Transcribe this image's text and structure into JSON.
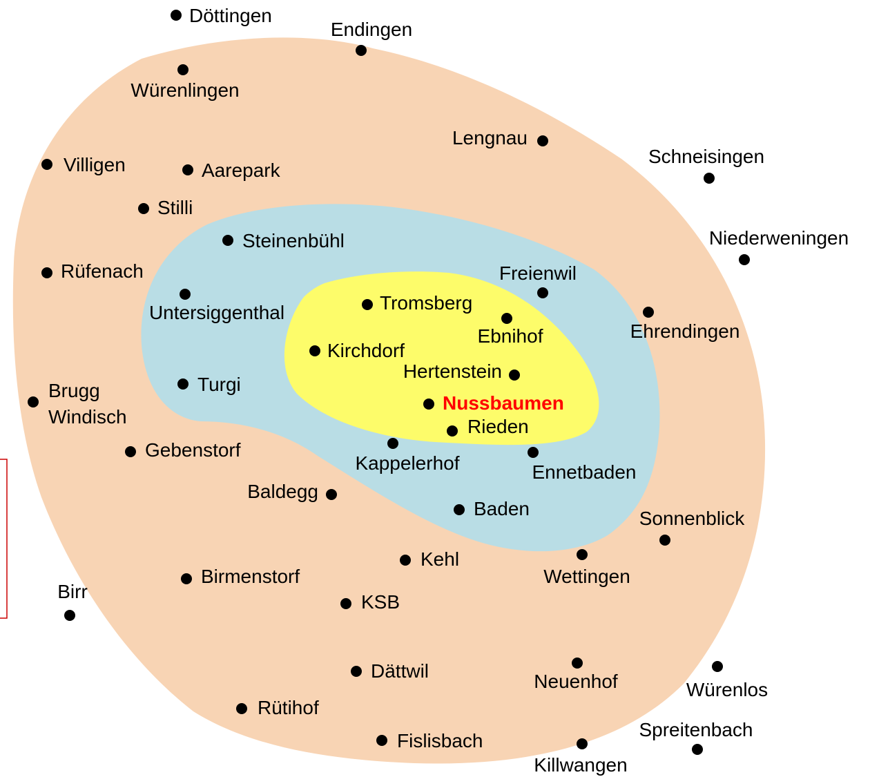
{
  "colors": {
    "outer_zone": "#f8d4b4",
    "middle_zone": "#b9dde5",
    "inner_zone": "#fdfc6a",
    "center_label": "#ff0000",
    "marker": "#000000",
    "frame": "#cc0000"
  },
  "center": {
    "name": "Nussbaumen"
  },
  "places": [
    {
      "id": "doettingen",
      "name": "Döttingen"
    },
    {
      "id": "endingen",
      "name": "Endingen"
    },
    {
      "id": "wuerenlingen",
      "name": "Würenlingen"
    },
    {
      "id": "lengnau",
      "name": "Lengnau"
    },
    {
      "id": "schneisingen",
      "name": "Schneisingen"
    },
    {
      "id": "villigen",
      "name": "Villigen"
    },
    {
      "id": "aarepark",
      "name": "Aarepark"
    },
    {
      "id": "stilli",
      "name": "Stilli"
    },
    {
      "id": "steinenbuehl",
      "name": "Steinenbühl"
    },
    {
      "id": "niederweningen",
      "name": "Niederweningen"
    },
    {
      "id": "ruefenach",
      "name": "Rüfenach"
    },
    {
      "id": "freienwil",
      "name": "Freienwil"
    },
    {
      "id": "untersiggenthal",
      "name": "Untersiggenthal"
    },
    {
      "id": "tromsberg",
      "name": "Tromsberg"
    },
    {
      "id": "ebnihof",
      "name": "Ebnihof"
    },
    {
      "id": "ehrendingen",
      "name": "Ehrendingen"
    },
    {
      "id": "kirchdorf",
      "name": "Kirchdorf"
    },
    {
      "id": "hertenstein",
      "name": "Hertenstein"
    },
    {
      "id": "turgi",
      "name": "Turgi"
    },
    {
      "id": "brugg",
      "name": "Brugg"
    },
    {
      "id": "windisch",
      "name": "Windisch"
    },
    {
      "id": "rieden",
      "name": "Rieden"
    },
    {
      "id": "gebenstorf",
      "name": "Gebenstorf"
    },
    {
      "id": "kappelerhof",
      "name": "Kappelerhof"
    },
    {
      "id": "ennetbaden",
      "name": "Ennetbaden"
    },
    {
      "id": "baldegg",
      "name": "Baldegg"
    },
    {
      "id": "baden",
      "name": "Baden"
    },
    {
      "id": "sonnenblick",
      "name": "Sonnenblick"
    },
    {
      "id": "kehl",
      "name": "Kehl"
    },
    {
      "id": "birmenstorf",
      "name": "Birmenstorf"
    },
    {
      "id": "wettingen",
      "name": "Wettingen"
    },
    {
      "id": "birr",
      "name": "Birr"
    },
    {
      "id": "ksb",
      "name": "KSB"
    },
    {
      "id": "daettwil",
      "name": "Dättwil"
    },
    {
      "id": "neuenhof",
      "name": "Neuenhof"
    },
    {
      "id": "wuerenlos",
      "name": "Würenlos"
    },
    {
      "id": "ruetihof",
      "name": "Rütihof"
    },
    {
      "id": "spreitenbach",
      "name": "Spreitenbach"
    },
    {
      "id": "fislisbach",
      "name": "Fislisbach"
    },
    {
      "id": "killwangen",
      "name": "Killwangen"
    }
  ]
}
